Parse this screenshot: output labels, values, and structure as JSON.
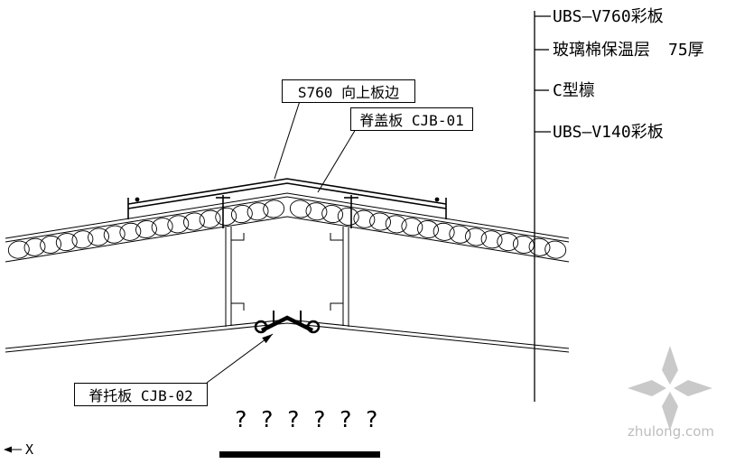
{
  "legend": {
    "items": [
      {
        "label": "UBS—V760彩板",
        "value": ""
      },
      {
        "label": "玻璃棉保温层",
        "value": "75厚"
      },
      {
        "label": "C型檩",
        "value": ""
      },
      {
        "label": "UBS—V140彩板",
        "value": ""
      }
    ]
  },
  "callouts": {
    "panel_edge": "S760 向上板边",
    "ridge_cover": "脊盖板 CJB-01",
    "ridge_support": "脊托板 CJB-02"
  },
  "axis": {
    "x": "X"
  },
  "marks": [
    "?",
    "?",
    "?",
    "?",
    "?",
    "?"
  ],
  "watermark": {
    "text": "zhulong.com",
    "color": "#c9c9c9"
  },
  "colors": {
    "line": "#000000",
    "background": "#ffffff"
  }
}
